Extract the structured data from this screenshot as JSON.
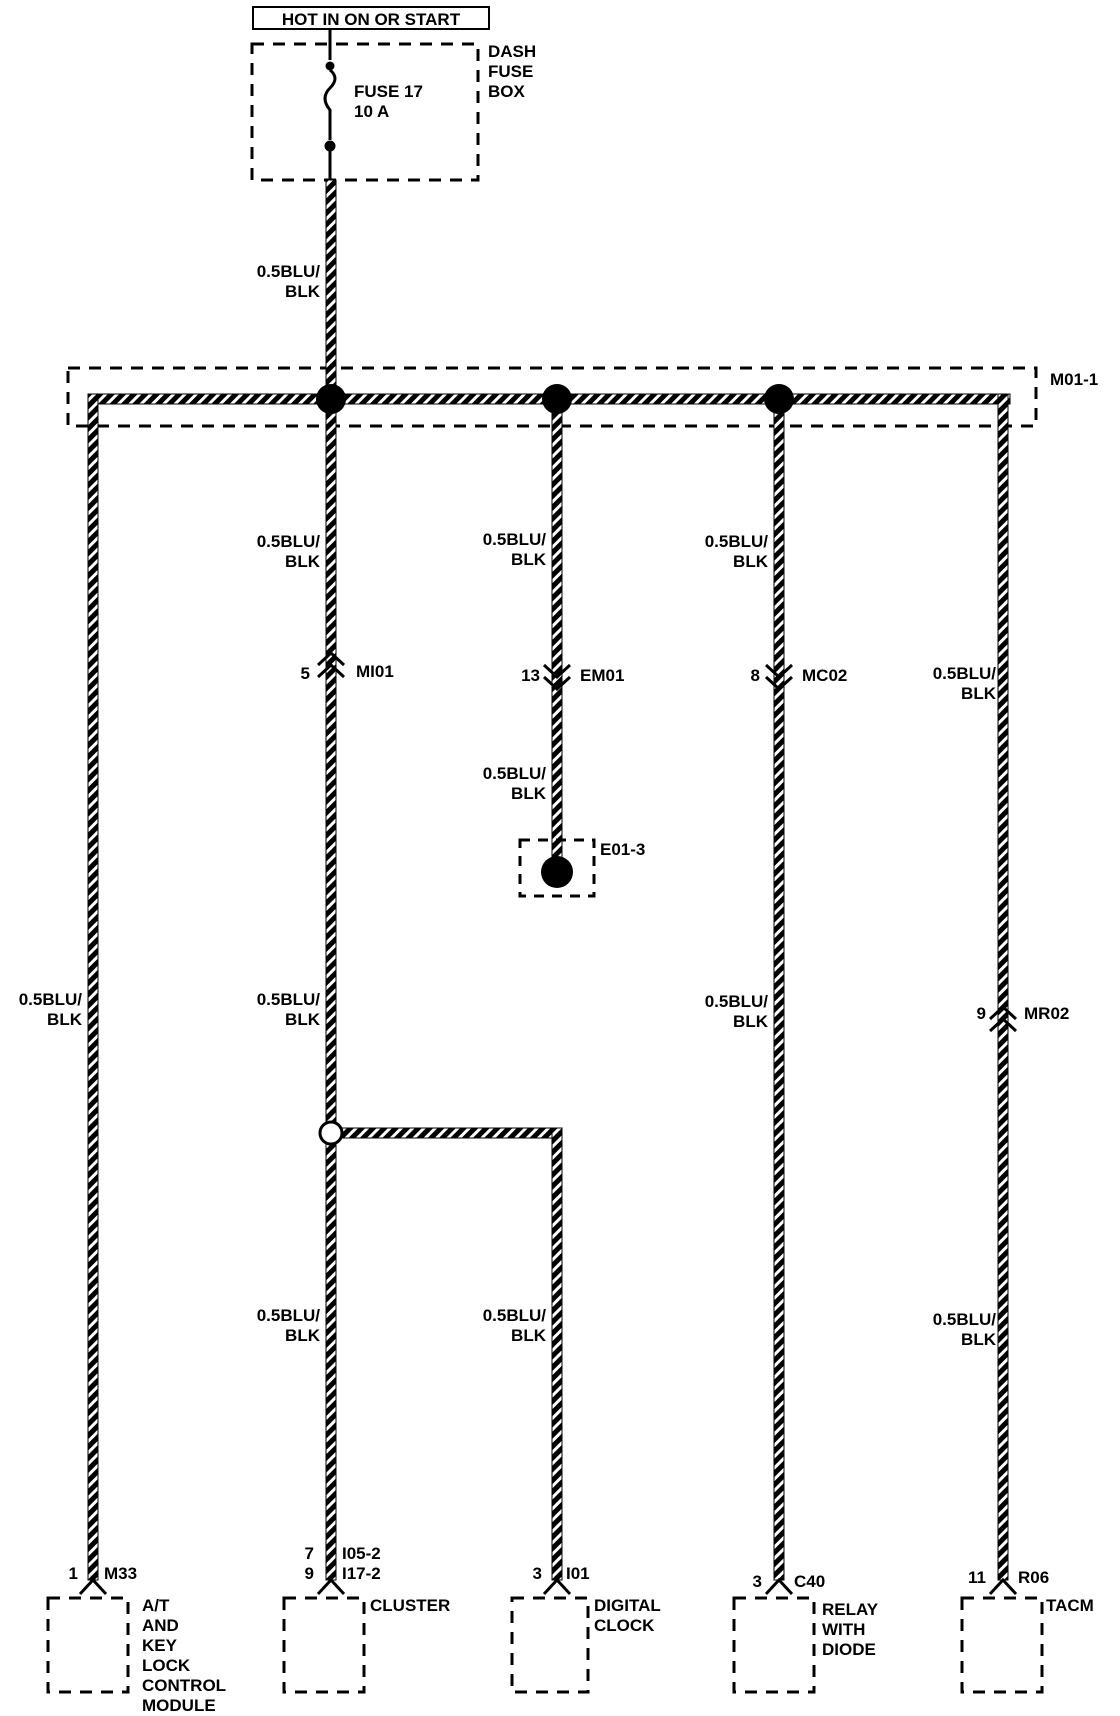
{
  "header": "HOT IN ON OR START",
  "fuse_box": {
    "name": "DASH\nFUSE\nBOX",
    "fuse": "FUSE 17",
    "rating": "10 A"
  },
  "splice_connector": "M01-1",
  "wire_label": "0.5BLU/\nBLK",
  "connectors": {
    "mi01": {
      "pin": "5",
      "name": "MI01"
    },
    "em01": {
      "pin": "13",
      "name": "EM01"
    },
    "mc02": {
      "pin": "8",
      "name": "MC02"
    },
    "mr02": {
      "pin": "9",
      "name": "MR02"
    }
  },
  "ground": "E01-3",
  "components": [
    {
      "pins": "1",
      "connector": "M33",
      "name": "A/T\nAND\nKEY\nLOCK\nCONTROL\nMODULE"
    },
    {
      "pins": "7\n9",
      "connector": "I05-2\nI17-2",
      "name": "CLUSTER"
    },
    {
      "pins": "3",
      "connector": "I01",
      "name": "DIGITAL\nCLOCK"
    },
    {
      "pins": "3",
      "connector": "C40",
      "name": "RELAY\nWITH\nDIODE"
    },
    {
      "pins": "11",
      "connector": "R06",
      "name": "TACM"
    }
  ]
}
